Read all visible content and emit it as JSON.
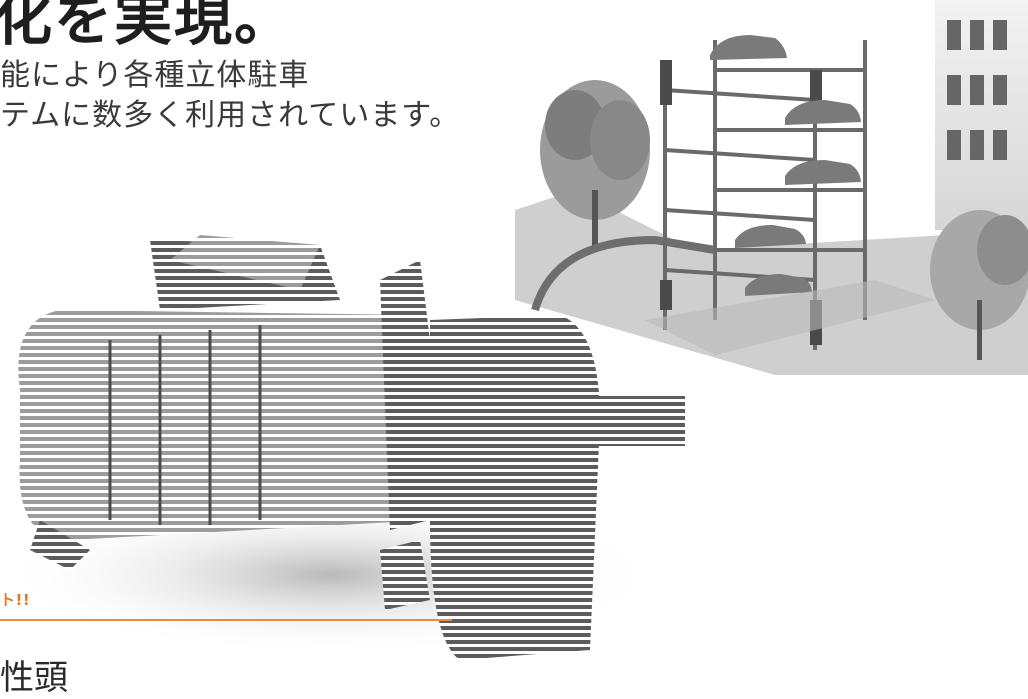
{
  "header": {
    "headline": "化を実現。",
    "body_lines": [
      "能により各種立体駐車",
      "テムに数多く利用されています。"
    ]
  },
  "callout": {
    "label": "ト!!",
    "accent_color": "#e98b3d"
  },
  "footer": {
    "fragment": "性頭"
  },
  "illustrations": {
    "parking": "multi-level-parking-tower-illustration",
    "motor": "gear-motor-illustration"
  }
}
